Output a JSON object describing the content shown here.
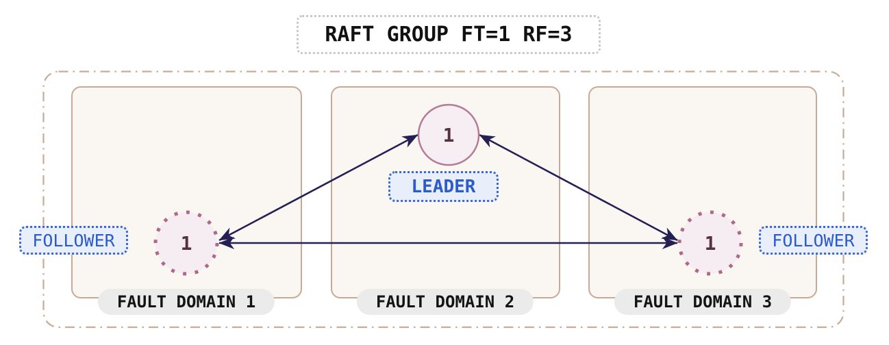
{
  "title": "RAFT GROUP FT=1 RF=3",
  "fault_domains": [
    {
      "label": "FAULT DOMAIN 1",
      "node": {
        "id": "1",
        "role": "FOLLOWER"
      }
    },
    {
      "label": "FAULT DOMAIN 2",
      "node": {
        "id": "1",
        "role": "LEADER"
      }
    },
    {
      "label": "FAULT DOMAIN 3",
      "node": {
        "id": "1",
        "role": "FOLLOWER"
      }
    }
  ],
  "connections": [
    {
      "from": "leader",
      "to": "follower-1",
      "bidirectional": true
    },
    {
      "from": "leader",
      "to": "follower-3",
      "bidirectional": true
    },
    {
      "from": "follower-1",
      "to": "follower-3",
      "bidirectional": true
    }
  ],
  "colors": {
    "arrow": "#252053",
    "domain_border": "#c7a996",
    "domain_fill": "#faf6f2",
    "group_boundary": "#c9ab97",
    "node_fill": "#f6eef2",
    "leader_ring": "#b27c97",
    "follower_ring": "#ad6a88",
    "node_text": "#54323f",
    "role_text": "#2b5cc8",
    "role_bg": "#e9eefb",
    "role_border": "#3c68cf",
    "pill_bg": "#ebebeb",
    "title_text": "#111111",
    "title_border": "#c9c9c9"
  }
}
